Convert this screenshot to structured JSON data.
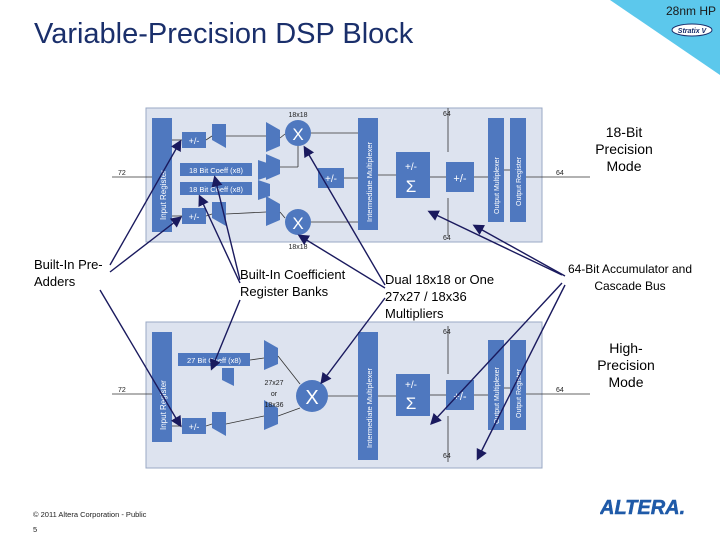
{
  "slide": {
    "title": "Variable-Precision DSP Block",
    "corner_tag": "28nm HP",
    "corner_logo": "Stratix V",
    "page_number": "5",
    "copyright": "© 2011 Altera Corporation - Public",
    "company_logo": "ALTERA."
  },
  "callouts": {
    "pre_adders": "Built-In Pre-Adders",
    "coef_banks": "Built-In Coefficient Register Banks",
    "multipliers": "Dual 18x18  or One 27x27 / 18x36 Multipliers",
    "accumulator": "64-Bit Accumulator and Cascade Bus",
    "mode18": "18-Bit Precision Mode",
    "high_precision": "High-Precision Mode"
  },
  "diagram_top": {
    "label_18x18_top": "18x18",
    "label_18x18_bot": "18x18",
    "mult_symbol": "X",
    "preadder": "+/-",
    "coef1": "18 Bit Coeff (x8)",
    "coef2": "18 Bit Coeff (x8)",
    "adder_mid": "+/-",
    "input_register": "Input Register",
    "intermediate_mux": "Intermediate Multiplexer",
    "sum_pm": "+/-",
    "sigma": "Σ",
    "acc_pm": "+/-",
    "output_mux": "Output Multiplexer",
    "output_register": "Output Register",
    "bus64_top": "64",
    "bus64_bot": "64",
    "in72": "72",
    "out64": "64"
  },
  "diagram_bot": {
    "bus64_top": "64",
    "bus64_bot": "64",
    "coef": "27 Bit Coeff (x8)",
    "mult_label1": "27x27",
    "mult_label2": "or",
    "mult_label3": "18x36",
    "mult_symbol": "X",
    "preadder": "+/-",
    "input_register": "Input Register",
    "intermediate_mux": "Intermediate Multiplexer",
    "sum_pm": "+/-",
    "sigma": "Σ",
    "acc_pm": "+/-",
    "output_mux": "Output Multiplexer",
    "output_register": "Output Register",
    "in72": "72",
    "out64": "64"
  },
  "colors": {
    "title": "#1a2f6b",
    "block_bg": "#dde3ef",
    "register_fill": "#4f78bf",
    "corner_cyan": "#5cc8ec",
    "arrow_outline": "#1a1a5e",
    "logo_blue": "#1f5aa8"
  }
}
